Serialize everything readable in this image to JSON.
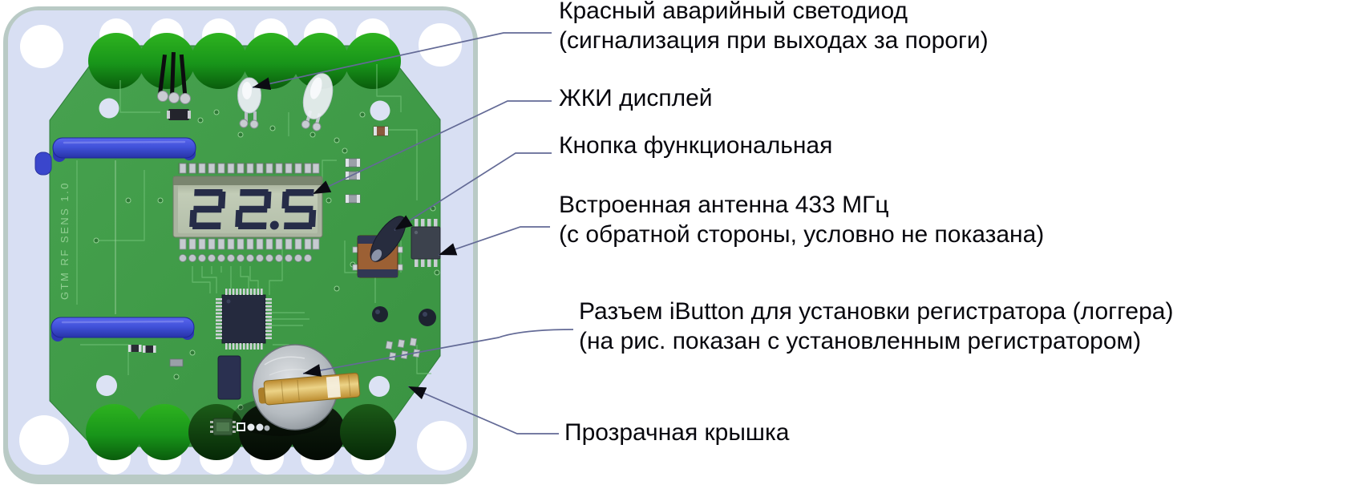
{
  "figure": {
    "kind": "annotated-device-photo",
    "lcd_value": "22.5",
    "silkscreen_text": "GTM RF SENS 1.0"
  },
  "labels": [
    {
      "id": "red-led",
      "lines": [
        "Красный аварийный светодиод",
        "(сигнализация при выходах за пороги)"
      ]
    },
    {
      "id": "lcd",
      "lines": [
        "ЖКИ дисплей"
      ]
    },
    {
      "id": "button",
      "lines": [
        "Кнопка функциональная"
      ]
    },
    {
      "id": "antenna",
      "lines": [
        "Встроенная антенна 433 МГц",
        "(с обратной стороны, условно не показана)"
      ]
    },
    {
      "id": "ibutton",
      "lines": [
        "Разъем iButton для установки регистратора (логгера)",
        "(на рис. показан с установленным регистратором)"
      ]
    },
    {
      "id": "cover",
      "lines": [
        "Прозрачная крышка"
      ]
    }
  ],
  "colors": {
    "cover_fill": "#d8dff3",
    "cover_rim": "#b9cac5",
    "pcb_green": "#429c49",
    "scallop_green": "#18951a",
    "blue_band": "#4152da",
    "lcd_glass": "#bdc7b3",
    "lcd_digit": "#262c48",
    "battery_silver": "#b9bfc4",
    "clip_gold": "#d9ae4e",
    "leader_line": "#636a96",
    "arrowhead": "#0b0b12",
    "label_text": "#07070d"
  }
}
